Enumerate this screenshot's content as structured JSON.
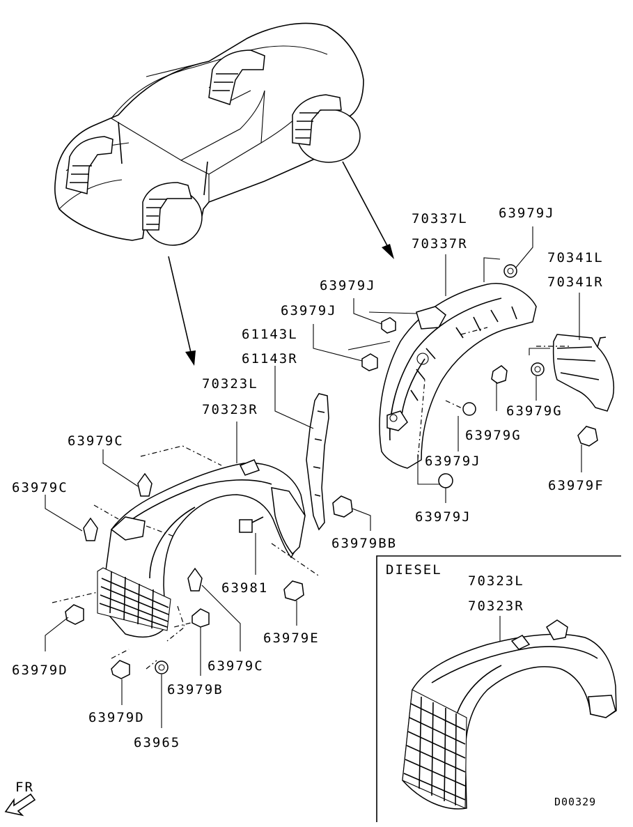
{
  "labels": {
    "p70337L": "70337L",
    "p70337R": "70337R",
    "p63979J_top": "63979J",
    "p70341L": "70341L",
    "p70341R": "70341R",
    "p63979J_a": "63979J",
    "p63979J_b": "63979J",
    "p61143L": "61143L",
    "p61143R": "61143R",
    "p70323L": "70323L",
    "p70323R": "70323R",
    "p63979G_a": "63979G",
    "p63979G_b": "63979G",
    "p63979J_c": "63979J",
    "p63979J_d": "63979J",
    "p63979F": "63979F",
    "p63979C_a": "63979C",
    "p63979C_b": "63979C",
    "p63979BB": "63979BB",
    "p63981": "63981",
    "p63979E": "63979E",
    "p63979C_c": "63979C",
    "p63979D_a": "63979D",
    "p63979D_b": "63979D",
    "p63979B": "63979B",
    "p63965": "63965"
  },
  "inset": {
    "title": "DIESEL",
    "p70323L": "70323L",
    "p70323R": "70323R"
  },
  "direction": "FR",
  "diagram_code": "D00329"
}
